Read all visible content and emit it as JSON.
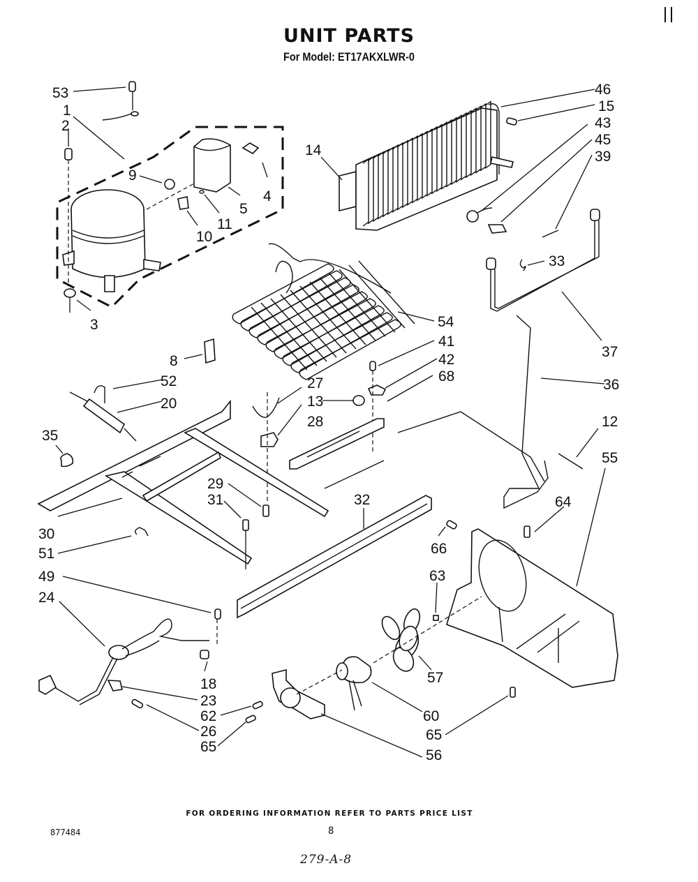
{
  "header": {
    "title": "UNIT PARTS",
    "model_line": "For Model: ET17AKXLWR-0"
  },
  "footer": {
    "ordering_note": "FOR ORDERING INFORMATION REFER TO PARTS PRICE LIST",
    "page_number": "8",
    "document_number": "877484",
    "handwritten_code": "279-A-8"
  },
  "callouts": [
    {
      "id": "53"
    },
    {
      "id": "1"
    },
    {
      "id": "2"
    },
    {
      "id": "9"
    },
    {
      "id": "10"
    },
    {
      "id": "11"
    },
    {
      "id": "5"
    },
    {
      "id": "4"
    },
    {
      "id": "3"
    },
    {
      "id": "14"
    },
    {
      "id": "46"
    },
    {
      "id": "15"
    },
    {
      "id": "43"
    },
    {
      "id": "45"
    },
    {
      "id": "39"
    },
    {
      "id": "33"
    },
    {
      "id": "37"
    },
    {
      "id": "54"
    },
    {
      "id": "8"
    },
    {
      "id": "41"
    },
    {
      "id": "42"
    },
    {
      "id": "68"
    },
    {
      "id": "13"
    },
    {
      "id": "27"
    },
    {
      "id": "28"
    },
    {
      "id": "52"
    },
    {
      "id": "20"
    },
    {
      "id": "35"
    },
    {
      "id": "36"
    },
    {
      "id": "12"
    },
    {
      "id": "55"
    },
    {
      "id": "29"
    },
    {
      "id": "31"
    },
    {
      "id": "32"
    },
    {
      "id": "30"
    },
    {
      "id": "51"
    },
    {
      "id": "64"
    },
    {
      "id": "66"
    },
    {
      "id": "49"
    },
    {
      "id": "63"
    },
    {
      "id": "24"
    },
    {
      "id": "57"
    },
    {
      "id": "18"
    },
    {
      "id": "23"
    },
    {
      "id": "62"
    },
    {
      "id": "60"
    },
    {
      "id": "26"
    },
    {
      "id": "65"
    },
    {
      "id": "65"
    },
    {
      "id": "56"
    }
  ],
  "parts": {
    "compressor-group": "compressor assembly (dashed outline)",
    "condenser": "finned condenser",
    "evaporator": "evaporator coil",
    "base-frame": "base frame rails",
    "crossbar": "cross rail",
    "fan-bracket": "condenser fan bracket / shroud",
    "fan-motor": "fan motor",
    "fan-blade": "fan blade",
    "power-cord": "power cord",
    "tubing": "refrigerant tubing"
  }
}
